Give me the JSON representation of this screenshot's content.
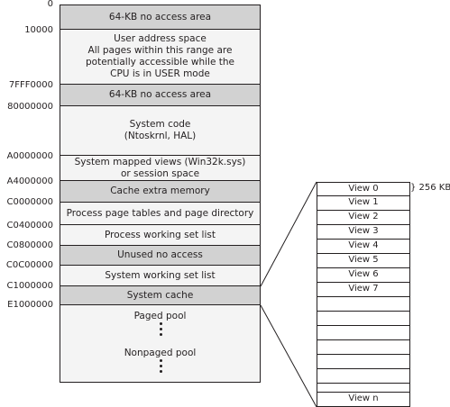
{
  "addresses": [
    "0",
    "10000",
    "7FFF0000",
    "80000000",
    "A0000000",
    "A4000000",
    "C0000000",
    "C0400000",
    "C0800000",
    "C0C00000",
    "C1000000",
    "E1000000"
  ],
  "regions": [
    {
      "lines": [
        "64-KB no access area"
      ],
      "shade": "dark"
    },
    {
      "lines": [
        "User address space",
        "All pages within this range are",
        "potentially accessible while the",
        "CPU is in USER mode"
      ],
      "shade": "light"
    },
    {
      "lines": [
        "64-KB no access area"
      ],
      "shade": "dark"
    },
    {
      "lines": [
        "System code",
        "(Ntoskrnl, HAL)"
      ],
      "shade": "light"
    },
    {
      "lines": [
        "System mapped views (Win32k.sys)",
        "or session space"
      ],
      "shade": "light"
    },
    {
      "lines": [
        "Cache extra memory"
      ],
      "shade": "dark"
    },
    {
      "lines": [
        "Process page tables and page directory"
      ],
      "shade": "light"
    },
    {
      "lines": [
        "Process working set list"
      ],
      "shade": "light"
    },
    {
      "lines": [
        "Unused no access"
      ],
      "shade": "dark"
    },
    {
      "lines": [
        "System working set list"
      ],
      "shade": "light"
    },
    {
      "lines": [
        "System cache"
      ],
      "shade": "dark"
    },
    {
      "lines": [
        "Paged pool",
        "Nonpaged pool"
      ],
      "shade": "light"
    }
  ],
  "views": {
    "labels": [
      "View 0",
      "View 1",
      "View 2",
      "View 3",
      "View 4",
      "View 5",
      "View 6",
      "View 7",
      "",
      "",
      "",
      "",
      "",
      "",
      "",
      "View n"
    ],
    "size_note": "} 256 KB"
  },
  "colors": {
    "dark_fill": "#d2d2d2",
    "light_fill": "#f4f4f4",
    "stroke": "#231f20"
  }
}
